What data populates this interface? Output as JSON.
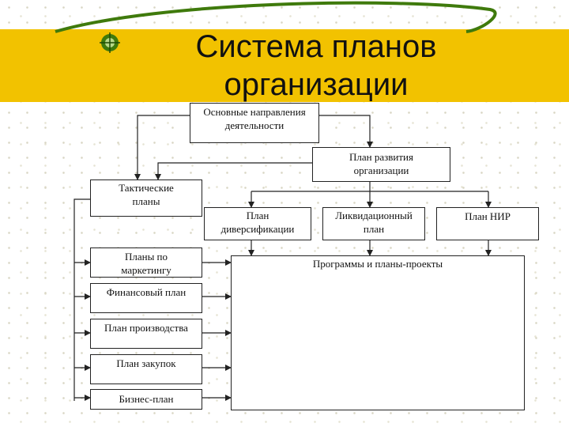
{
  "slide": {
    "title": "Система планов организации",
    "boxes": {
      "main_directions": "Основные направления деятельности",
      "development_plan": "План развития организации",
      "tactical_plans": "Тактические планы",
      "diversification_plan": "План диверсификации",
      "liquidation_plan": "Ликвидационный план",
      "rnd_plan": "План НИР",
      "marketing_plans": "Планы по маркетингу",
      "financial_plan": "Финансовый план",
      "production_plan": "План производства",
      "procurement_plan": "План закупок",
      "business_plan": "Бизнес-план",
      "programs_projects": "Программы и планы-проекты"
    },
    "colors": {
      "title_band": "#f2c200",
      "line": "#222222",
      "accent_curve": "#3f7a0c"
    }
  }
}
